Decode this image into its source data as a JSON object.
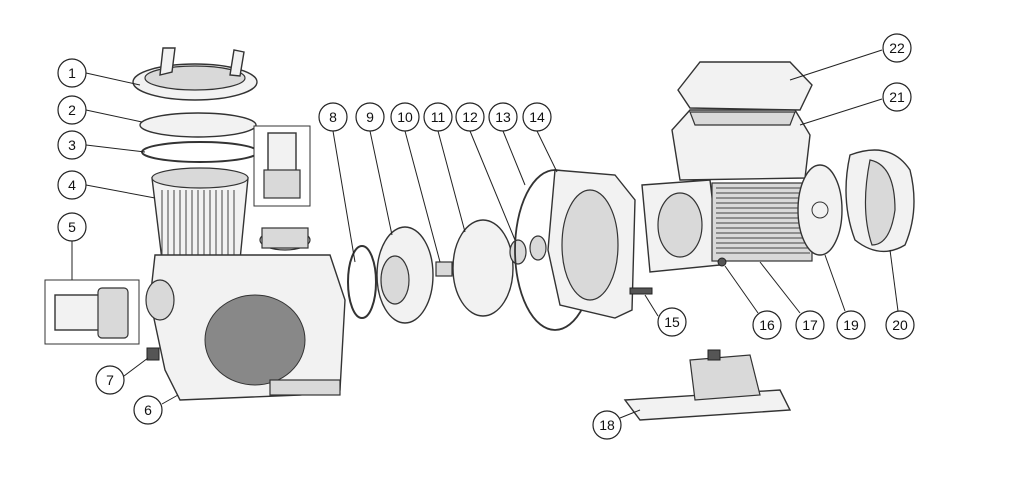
{
  "title": "Pool pump exploded parts diagram",
  "callouts": [
    "1",
    "2",
    "3",
    "4",
    "5",
    "6",
    "7",
    "8",
    "9",
    "10",
    "11",
    "12",
    "13",
    "14",
    "15",
    "16",
    "17",
    "18",
    "19",
    "20",
    "21",
    "22"
  ]
}
